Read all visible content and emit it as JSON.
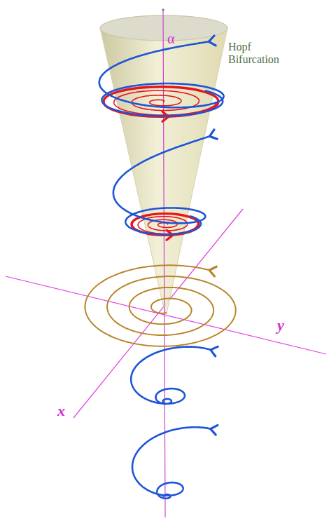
{
  "diagram": {
    "labels": [
      "α",
      "Hopf Bifurcation",
      "y",
      "x"
    ]
  }
}
